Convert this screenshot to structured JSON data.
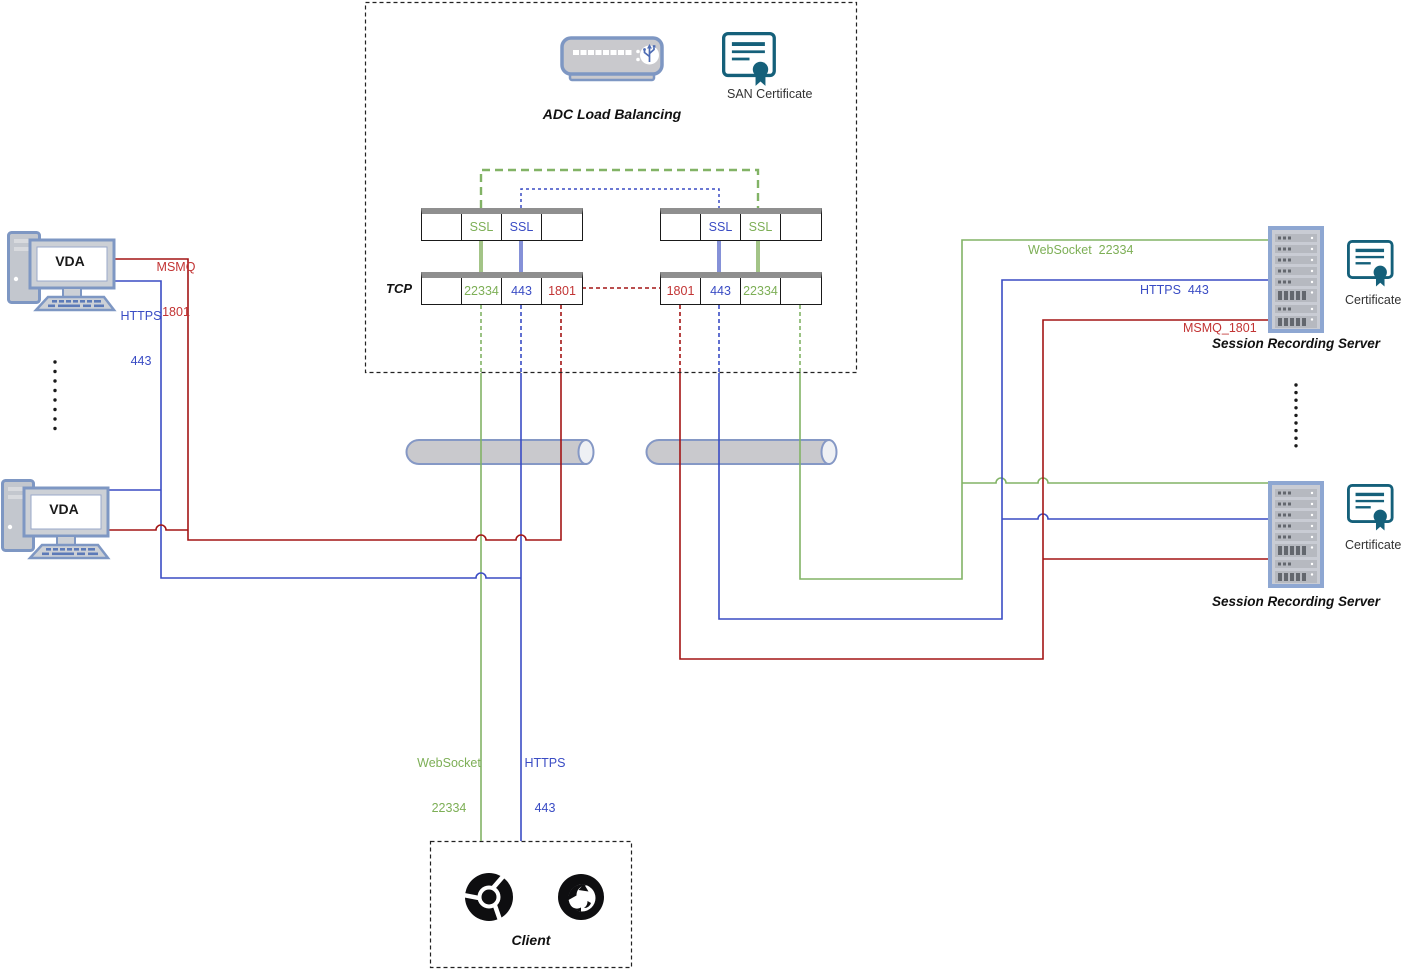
{
  "adc": {
    "title": "ADC Load Balancing",
    "san_certificate_label": "SAN Certificate",
    "appliance_icon": "load-balancer-appliance-icon"
  },
  "ports": {
    "tcp_label": "TCP",
    "left_table": {
      "ssl_row": [
        "",
        "SSL",
        "SSL",
        ""
      ],
      "tcp_row": [
        "",
        "22334",
        "443",
        "1801"
      ]
    },
    "right_table": {
      "ssl_row": [
        "",
        "SSL",
        "SSL",
        ""
      ],
      "tcp_row": [
        "1801",
        "443",
        "22334",
        ""
      ]
    }
  },
  "vda": {
    "top_label": "VDA",
    "bottom_label": "VDA"
  },
  "links": {
    "vda_msmq": {
      "protocol": "MSMQ",
      "port": "1801"
    },
    "vda_https": {
      "protocol": "HTTPS",
      "port": "443"
    },
    "client_websocket": {
      "protocol": "WebSocket",
      "port": "22334"
    },
    "client_https": {
      "protocol": "HTTPS",
      "port": "443"
    },
    "server_websocket": "WebSocket  22334",
    "server_https": "HTTPS  443",
    "server_msmq": "MSMQ_1801"
  },
  "servers": {
    "top": {
      "label": "Session Recording Server",
      "certificate_label": "Certificate"
    },
    "bottom": {
      "label": "Session Recording Server",
      "certificate_label": "Certificate"
    }
  },
  "client": {
    "label": "Client",
    "browser_icons": [
      "chrome-icon",
      "firefox-icon"
    ]
  },
  "colors": {
    "websocket_green": "#82b366",
    "https_blue": "#3a4cc4",
    "msmq_red": "#a31515",
    "certificate_teal": "#15607a",
    "hardware_blue": "#7e97c3",
    "hardware_gray": "#c9c9cd"
  }
}
